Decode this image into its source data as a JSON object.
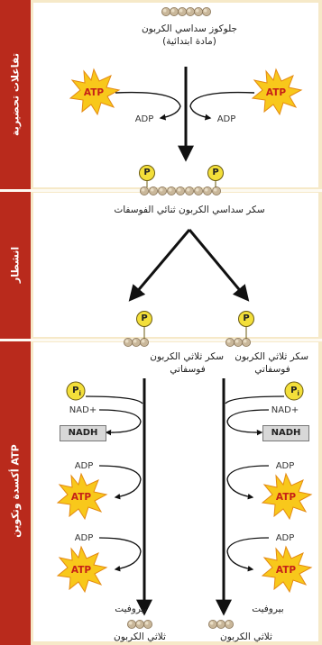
{
  "phases": {
    "preparatory": "تفاعلات تحضيرية",
    "cleavage": "انشطار",
    "oxidation": "أكسدة وتكوين ATP"
  },
  "molecules": {
    "glucose_line1": "جلوكوز سداسي الكربون",
    "glucose_line2": "(مادة ابتدائية)",
    "fructose_bisphosphate": "سكر سداسي الكربون ثنائي الفوسفات",
    "triose_phosphate_line1": "سكر ثلاثي الكربون",
    "triose_phosphate_line2": "فوسفاتي",
    "pyruvate_line1": "بيروفيت",
    "pyruvate_line2": "ثلاثي الكربون"
  },
  "labels": {
    "atp": "ATP",
    "adp": "ADP",
    "p": "P",
    "pi_main": "P",
    "pi_sub": "i",
    "nad": "NAD+",
    "nadh": "NADH"
  },
  "colors": {
    "sidebar": "#b92a1c",
    "background": "#f6e9c8",
    "phosphate": "#f3df3a",
    "atp_star": "#f8c81b",
    "carbon": "#c9b79a"
  }
}
